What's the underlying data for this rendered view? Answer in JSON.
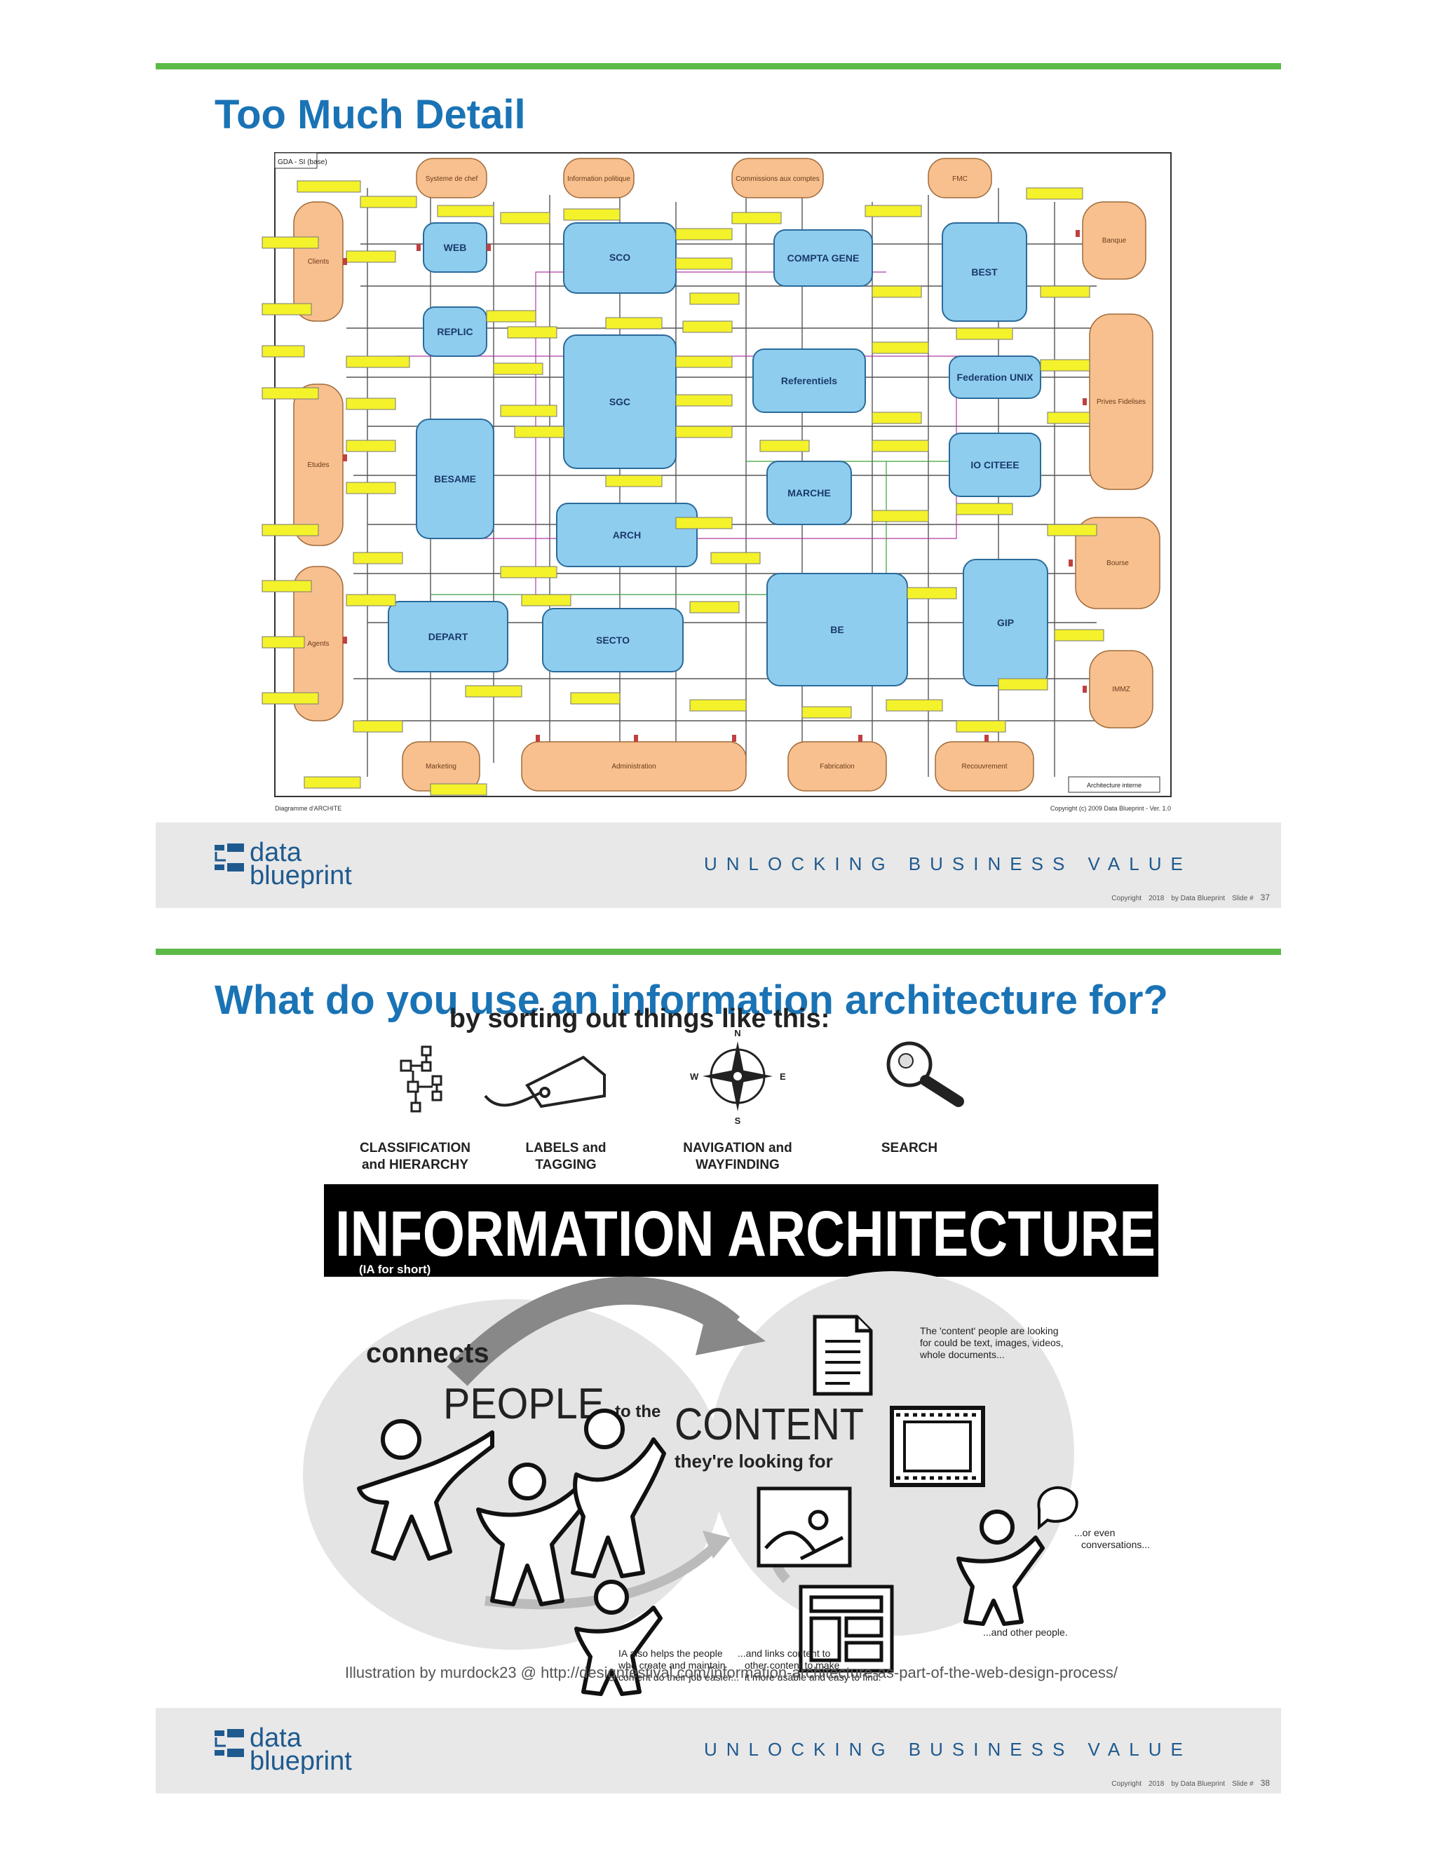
{
  "slides": [
    {
      "title": "Too Much Detail",
      "diagram": {
        "header_label": "GDA - SI (base)",
        "bottom_left_caption": "Diagramme d'ARCHITE",
        "bottom_right_caption": "Copyright (c) 2009 Data Blueprint - Ver. 1.0",
        "legend_label": "Architecture interne",
        "systems": [
          "WEB",
          "SCO",
          "COMPTA GENE",
          "BEST",
          "REPLIC",
          "SGC",
          "Referentiels",
          "Federation UNIX",
          "IO CITEEE",
          "MARCHE",
          "BESAME",
          "ARCH",
          "DEPART",
          "SECTO",
          "BE",
          "GIP"
        ],
        "actors": [
          "Systeme de chef",
          "Information politique",
          "Commissions aux comptes",
          "FMC",
          "Banque",
          "Clients",
          "Prives Fidelises",
          "Etudes",
          "Bourse",
          "Agents",
          "IMMZ",
          "Marketing",
          "Administration",
          "Fabrication",
          "Recouvrement"
        ]
      },
      "footer": {
        "logo_top": "data",
        "logo_bottom": "blueprint",
        "tagline": "UNLOCKING BUSINESS VALUE",
        "copyright": "Copyright",
        "year": "2018",
        "by": "by Data Blueprint",
        "slide_label": "Slide #",
        "slide_number": "37"
      }
    },
    {
      "title": "What do you use an information architecture for?",
      "ia": {
        "subtitle": "by sorting out things like this:",
        "icons": [
          {
            "label_1": "CLASSIFICATION",
            "label_2": "and HIERARCHY",
            "icon": "hierarchy-icon"
          },
          {
            "label_1": "LABELS and",
            "label_2": "TAGGING",
            "icon": "tag-icon"
          },
          {
            "label_1": "NAVIGATION and",
            "label_2": "WAYFINDING",
            "icon": "compass-icon"
          },
          {
            "label_1": "SEARCH",
            "label_2": "",
            "icon": "magnifier-icon"
          }
        ],
        "compass": {
          "n": "N",
          "s": "S",
          "e": "E",
          "w": "W"
        },
        "banner": "INFORMATION ARCHITECTURE",
        "banner_sub": "(IA for short)",
        "connects": "connects",
        "people": "PEOPLE",
        "to_the": "to the",
        "content": "CONTENT",
        "looking_for": "they're looking for",
        "note_content_1": "The 'content' people are looking",
        "note_content_2": "for could be text, images, videos,",
        "note_content_3": "whole documents...",
        "note_conv_1": "...or even",
        "note_conv_2": "conversations...",
        "note_people": "...and other people.",
        "note_help_1": "IA also helps the people",
        "note_help_2": "who create and maintain",
        "note_help_3": "content do their job easier...",
        "note_links_1": "...and links content to",
        "note_links_2": "other content to make",
        "note_links_3": "it more usable and easy to find."
      },
      "credit": "Illustration by murdock23 @ http://designfestival.com/information-architecture-as-part-of-the-web-design-process/",
      "footer": {
        "logo_top": "data",
        "logo_bottom": "blueprint",
        "tagline": "UNLOCKING BUSINESS VALUE",
        "copyright": "Copyright",
        "year": "2018",
        "by": "by Data Blueprint",
        "slide_label": "Slide #",
        "slide_number": "38"
      }
    }
  ],
  "colors": {
    "accent_green": "#5cba48",
    "title_blue": "#1a73b5",
    "system_blue": "#8fcdef",
    "actor_orange": "#f7c08e",
    "label_yellow": "#f4f22a",
    "footer_gray": "#e8e8e8",
    "logo_blue": "#1f5a8f"
  }
}
